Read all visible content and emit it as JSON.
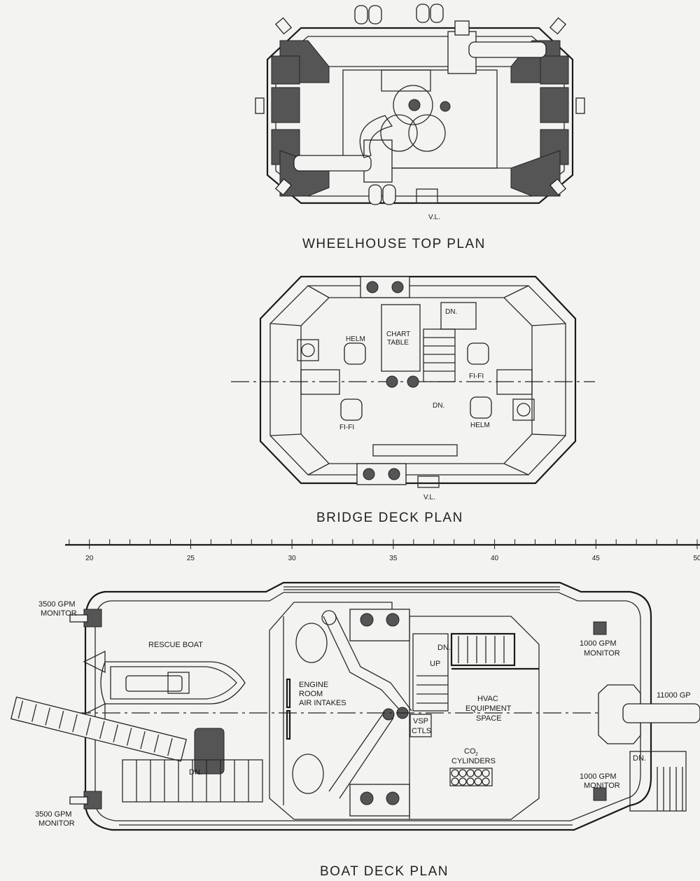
{
  "wheelhouse": {
    "title": "WHEELHOUSE TOP PLAN",
    "vl_label": "V.L."
  },
  "bridge": {
    "title": "BRIDGE DECK PLAN",
    "helm_1": "HELM",
    "helm_2": "HELM",
    "chart_table": [
      "CHART",
      "TABLE"
    ],
    "dn_1": "DN.",
    "dn_2": "DN.",
    "fifi_1": "FI-FI",
    "fifi_2": "FI-FI",
    "vl_label": "V.L."
  },
  "scale": {
    "ticks": [
      "20",
      "25",
      "30",
      "35",
      "40",
      "45",
      "50"
    ],
    "min": 18.8,
    "max": 50,
    "minor_step": 1
  },
  "boat_deck": {
    "title": "BOAT DECK PLAN",
    "monitor_3500_top": [
      "3500 GPM",
      "MONITOR"
    ],
    "monitor_3500_bottom": [
      "3500 GPM",
      "MONITOR"
    ],
    "rescue_boat": "RESCUE BOAT",
    "engine_room": [
      "ENGINE",
      "ROOM",
      "AIR INTAKES"
    ],
    "dn_stair": "DN.",
    "up_stair": "UP",
    "hvac": [
      "HVAC",
      "EQUIPMENT",
      "SPACE"
    ],
    "vsp": [
      "VSP",
      "CTLS"
    ],
    "co2": [
      "CO",
      "2",
      "CYLINDERS"
    ],
    "monitor_1000_top": [
      "1000 GPM",
      "MONITOR"
    ],
    "monitor_1000_bottom": [
      "1000 GPM",
      "MONITOR"
    ],
    "monitor_11000": "11000 GP",
    "dn_aft": "DN.",
    "dn_fwd": "DN."
  }
}
